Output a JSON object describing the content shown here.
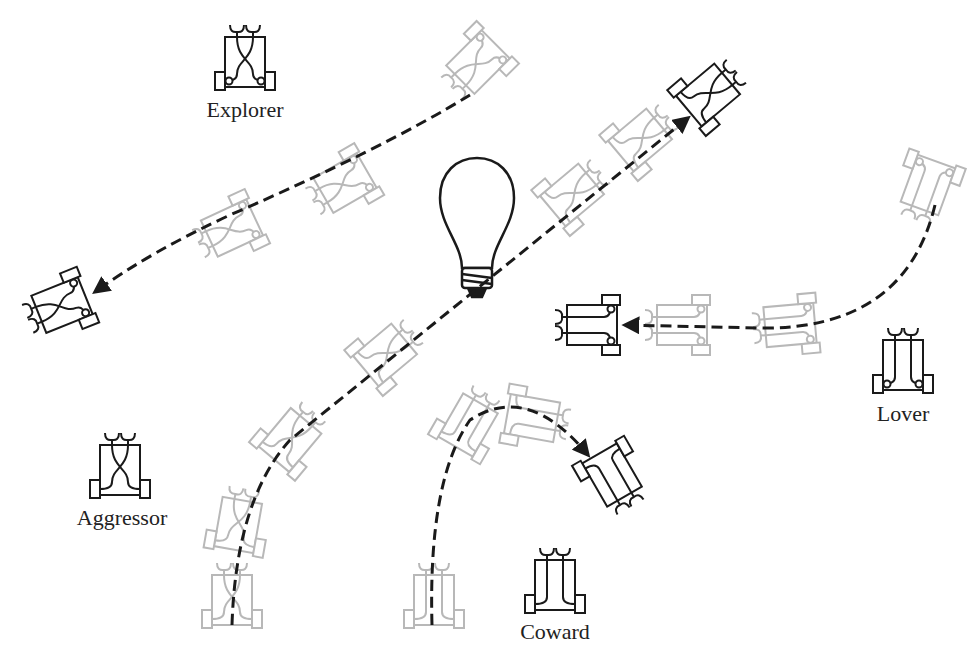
{
  "diagram": {
    "labels": [
      "Explorer",
      "Lover",
      "Aggressor",
      "Coward"
    ]
  }
}
